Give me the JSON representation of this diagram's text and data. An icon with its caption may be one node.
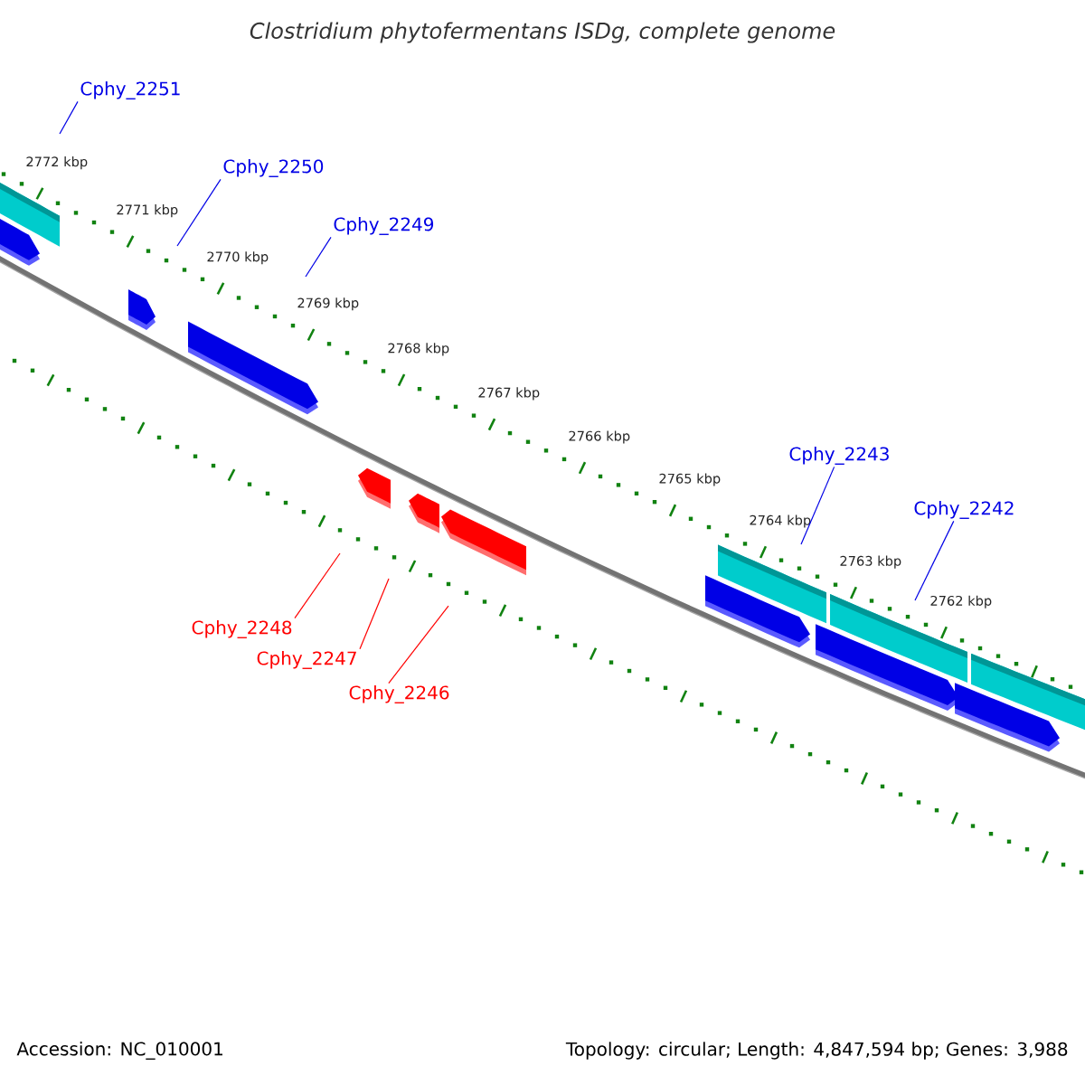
{
  "diagram": {
    "title": "Clostridium phytofermentans ISDg, complete genome",
    "nodes": [
      {
        "text": [
          "Cphy_2251"
        ]
      },
      {
        "text": [
          "Cphy_2250"
        ]
      },
      {
        "text": [
          "Cphy_2249"
        ]
      },
      {
        "text": [
          "Cphy_2243"
        ]
      },
      {
        "text": [
          "Cphy_2242"
        ]
      },
      {
        "text": [
          "Cphy_2248"
        ]
      },
      {
        "text": [
          "Cphy_2247"
        ]
      },
      {
        "text": [
          "Cphy_2246"
        ]
      }
    ],
    "edges": [
      {
        "from": 0,
        "to": null,
        "arrow": "none"
      },
      {
        "from": 1,
        "to": null,
        "arrow": "none"
      },
      {
        "from": 2,
        "to": null,
        "arrow": "none"
      },
      {
        "from": 3,
        "to": null,
        "arrow": "none"
      },
      {
        "from": 4,
        "to": null,
        "arrow": "none"
      },
      {
        "from": 5,
        "to": null,
        "arrow": "none",
        "color": "#ff0000"
      },
      {
        "from": 6,
        "to": null,
        "arrow": "none",
        "color": "#ff0000"
      },
      {
        "from": 7,
        "to": null,
        "arrow": "none",
        "color": "#ff0000"
      }
    ],
    "labels": [
      "2772 kbp",
      "2771 kbp",
      "2770 kbp",
      "2769 kbp",
      "2768 kbp",
      "2767 kbp",
      "2766 kbp",
      "2765 kbp",
      "2764 kbp",
      "2763 kbp",
      "2762 kbp",
      "Accession: NC_010001",
      "Topology: circular; Length: 4,847,594 bp; Genes: 3,988"
    ]
  }
}
